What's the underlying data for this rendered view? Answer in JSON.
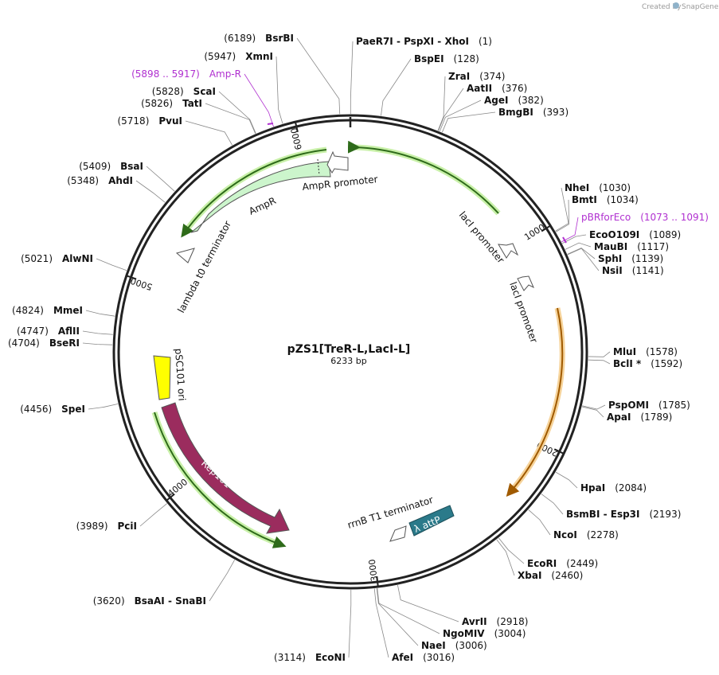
{
  "credit": {
    "prefix": "Created by",
    "brand": "SnapGene"
  },
  "plasmid": {
    "name": "pZS1[TreR-L,LacI-L]",
    "length_label": "6233 bp",
    "length": 6233
  },
  "ticks": [
    {
      "label": "1000",
      "bp": 1000
    },
    {
      "label": "2000",
      "bp": 2000
    },
    {
      "label": "3000",
      "bp": 3000
    },
    {
      "label": "4000",
      "bp": 4000
    },
    {
      "label": "5000",
      "bp": 5000
    },
    {
      "label": "6000",
      "bp": 6000
    }
  ],
  "sites": [
    {
      "name": "BsrBI",
      "pos": "(6189)",
      "bp": 6189,
      "side": "left"
    },
    {
      "name": "PaeR7I  -  PspXI  -  XhoI",
      "pos": "(1)",
      "bp": 1,
      "side": "right"
    },
    {
      "name": "BspEI",
      "pos": "(128)",
      "bp": 128,
      "side": "right"
    },
    {
      "name": "ZraI",
      "pos": "(374)",
      "bp": 374,
      "side": "right"
    },
    {
      "name": "AatII",
      "pos": "(376)",
      "bp": 376,
      "side": "right"
    },
    {
      "name": "AgeI",
      "pos": "(382)",
      "bp": 382,
      "side": "right"
    },
    {
      "name": "BmgBI",
      "pos": "(393)",
      "bp": 393,
      "side": "right"
    },
    {
      "name": "NheI",
      "pos": "(1030)",
      "bp": 1030,
      "side": "right"
    },
    {
      "name": "BmtI",
      "pos": "(1034)",
      "bp": 1034,
      "side": "right"
    },
    {
      "name": "pBRforEco",
      "pos": "(1073 .. 1091)",
      "bp": 1082,
      "side": "right",
      "feature": true
    },
    {
      "name": "EcoO109I",
      "pos": "(1089)",
      "bp": 1089,
      "side": "right"
    },
    {
      "name": "MauBI",
      "pos": "(1117)",
      "bp": 1117,
      "side": "right"
    },
    {
      "name": "SphI",
      "pos": "(1139)",
      "bp": 1139,
      "side": "right"
    },
    {
      "name": "NsiI",
      "pos": "(1141)",
      "bp": 1141,
      "side": "right"
    },
    {
      "name": "MluI",
      "pos": "(1578)",
      "bp": 1578,
      "side": "right"
    },
    {
      "name": "BclI *",
      "pos": "(1592)",
      "bp": 1592,
      "side": "right"
    },
    {
      "name": "PspOMI",
      "pos": "(1785)",
      "bp": 1785,
      "side": "right"
    },
    {
      "name": "ApaI",
      "pos": "(1789)",
      "bp": 1789,
      "side": "right"
    },
    {
      "name": "HpaI",
      "pos": "(2084)",
      "bp": 2084,
      "side": "right"
    },
    {
      "name": "BsmBI  -  Esp3I",
      "pos": "(2193)",
      "bp": 2193,
      "side": "right"
    },
    {
      "name": "NcoI",
      "pos": "(2278)",
      "bp": 2278,
      "side": "right"
    },
    {
      "name": "EcoRI",
      "pos": "(2449)",
      "bp": 2449,
      "side": "right"
    },
    {
      "name": "XbaI",
      "pos": "(2460)",
      "bp": 2460,
      "side": "right"
    },
    {
      "name": "AvrII",
      "pos": "(2918)",
      "bp": 2918,
      "side": "right"
    },
    {
      "name": "NgoMIV",
      "pos": "(3004)",
      "bp": 3004,
      "side": "right"
    },
    {
      "name": "NaeI",
      "pos": "(3006)",
      "bp": 3006,
      "side": "right"
    },
    {
      "name": "AfeI",
      "pos": "(3016)",
      "bp": 3016,
      "side": "right"
    },
    {
      "name": "EcoNI",
      "pos": "(3114)",
      "bp": 3114,
      "side": "left"
    },
    {
      "name": "BsaAI  -  SnaBI",
      "pos": "(3620)",
      "bp": 3620,
      "side": "left"
    },
    {
      "name": "PciI",
      "pos": "(3989)",
      "bp": 3989,
      "side": "left"
    },
    {
      "name": "SpeI",
      "pos": "(4456)",
      "bp": 4456,
      "side": "left"
    },
    {
      "name": "BseRI",
      "pos": "(4704)",
      "bp": 4704,
      "side": "left"
    },
    {
      "name": "AflII",
      "pos": "(4747)",
      "bp": 4747,
      "side": "left"
    },
    {
      "name": "MmeI",
      "pos": "(4824)",
      "bp": 4824,
      "side": "left"
    },
    {
      "name": "AlwNI",
      "pos": "(5021)",
      "bp": 5021,
      "side": "left"
    },
    {
      "name": "AhdI",
      "pos": "(5348)",
      "bp": 5348,
      "side": "left"
    },
    {
      "name": "BsaI",
      "pos": "(5409)",
      "bp": 5409,
      "side": "left"
    },
    {
      "name": "PvuI",
      "pos": "(5718)",
      "bp": 5718,
      "side": "left"
    },
    {
      "name": "TatI",
      "pos": "(5826)",
      "bp": 5826,
      "side": "left"
    },
    {
      "name": "ScaI",
      "pos": "(5828)",
      "bp": 5828,
      "side": "left"
    },
    {
      "name": "Amp-R",
      "pos": "(5898 .. 5917)",
      "bp": 5907,
      "side": "left",
      "feature": true
    },
    {
      "name": "XmnI",
      "pos": "(5947)",
      "bp": 5947,
      "side": "left"
    }
  ],
  "features": [
    {
      "name": "AmpR promoter",
      "type": "promoter"
    },
    {
      "name": "AmpR",
      "type": "cds",
      "color": "#ccf5cc"
    },
    {
      "name": "lambda t0 terminator",
      "type": "terminator"
    },
    {
      "name": "lacI promoter",
      "type": "promoter"
    },
    {
      "name": "lacI promoter",
      "type": "promoter"
    },
    {
      "name": "pSC101 ori",
      "type": "origin",
      "color": "#ffff00"
    },
    {
      "name": "Rep101",
      "type": "cds",
      "color": "#9b2c5e"
    },
    {
      "name": "rrnB T1 terminator",
      "type": "terminator"
    },
    {
      "name": "λ attP",
      "type": "misc",
      "color": "#2b7a8a"
    }
  ],
  "colors": {
    "backbone": "#222222",
    "green_highlight": "#2e8b2e",
    "orange_highlight": "#e08a00",
    "feature_site": "#b030d0"
  }
}
